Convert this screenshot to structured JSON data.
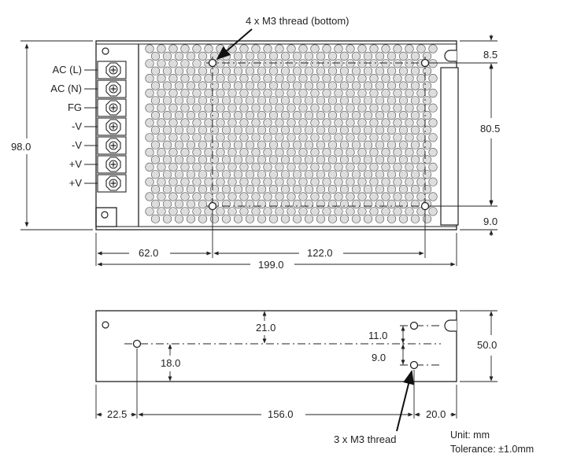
{
  "top_view": {
    "callout": "4 x M3 thread (bottom)",
    "terminals": [
      "AC (L)",
      "AC (N)",
      "FG",
      "-V",
      "-V",
      "+V",
      "+V"
    ],
    "dims": {
      "height": "98.0",
      "top_offset": "8.5",
      "hole_spacing_v": "80.5",
      "bottom_offset": "9.0",
      "left_offset": "62.0",
      "hole_spacing_h": "122.0",
      "length": "199.0"
    }
  },
  "side_view": {
    "callout": "3 x M3 thread",
    "dims": {
      "hole_from_top": "21.0",
      "hole_from_bottom": "18.0",
      "upper_offset": "11.0",
      "lower_offset": "9.0",
      "height": "50.0",
      "left_offset": "22.5",
      "hole_spacing": "156.0",
      "right_offset": "20.0"
    }
  },
  "notes": {
    "unit": "Unit: mm",
    "tolerance": "Tolerance: ±1.0mm"
  }
}
